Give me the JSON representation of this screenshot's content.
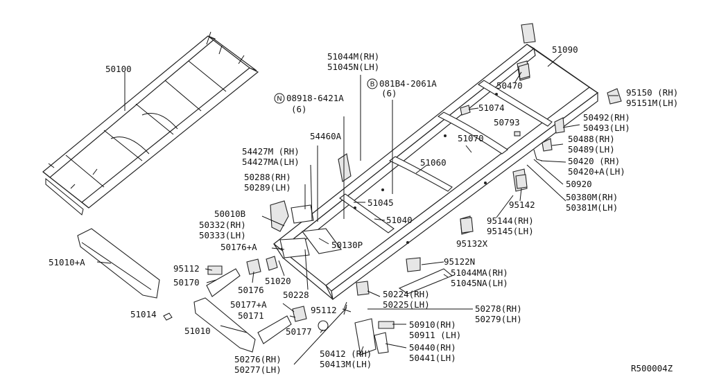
{
  "diagram_code": "R500004Z",
  "labels": {
    "p50100": "50100",
    "p51090": "51090",
    "p51044m": "51044M(RH)",
    "p51045n": "51045N(LH)",
    "p081b4": "081B4-2061A",
    "p081b4_qty": "(6)",
    "p08918": "08918-6421A",
    "p08918_qty": "(6)",
    "p50470": "50470",
    "p95150": "95150 (RH)",
    "p95151m": "95151M(LH)",
    "p51074": "51074",
    "p50492": "50492(RH)",
    "p50493": "50493(LH)",
    "p50793": "50793",
    "p50488": "50488(RH)",
    "p50489": "50489(LH)",
    "p54460a": "54460A",
    "p51070": "51070",
    "p50420": "50420  (RH)",
    "p50420a": "50420+A(LH)",
    "p54427m": "54427M  (RH)",
    "p54427ma": "54427MA(LH)",
    "p51060": "51060",
    "p50920": "50920",
    "p50288": "50288(RH)",
    "p50289": "50289(LH)",
    "p50380m": "50380M(RH)",
    "p50381m": "50381M(LH)",
    "p51045": "51045",
    "p95142": "95142",
    "p50010b": "50010B",
    "p50332": "50332(RH)",
    "p50333": "50333(LH)",
    "p51040": "51040",
    "p95144": "95144(RH)",
    "p95145": "95145(LH)",
    "p95132x": "95132X",
    "p50176a": "50176+A",
    "p50130p": "50130P",
    "p51010a": "51010+A",
    "p95122n": "95122N",
    "p95112a": "95112",
    "p51044ma": "51044MA(RH)",
    "p51045na": "51045NA(LH)",
    "p50170": "50170",
    "p50176": "50176",
    "p51020": "51020",
    "p50228": "50228",
    "p50224": "50224(RH)",
    "p50225": "50225(LH)",
    "p50177a": "50177+A",
    "p95112b": "95112",
    "p50278": "50278(RH)",
    "p50279": "50279(LH)",
    "p51014": "51014",
    "p50171": "50171",
    "p51010": "51010",
    "p50177": "50177",
    "p50910": "50910(RH)",
    "p50911": "50911 (LH)",
    "p50440": "50440(RH)",
    "p50441": "50441(LH)",
    "p50412": "50412  (RH)",
    "p50413m": "50413M(LH)",
    "p50276": "50276(RH)",
    "p50277": "50277(LH)"
  },
  "symbols": {
    "n_symbol": "N",
    "b_symbol": "B"
  }
}
